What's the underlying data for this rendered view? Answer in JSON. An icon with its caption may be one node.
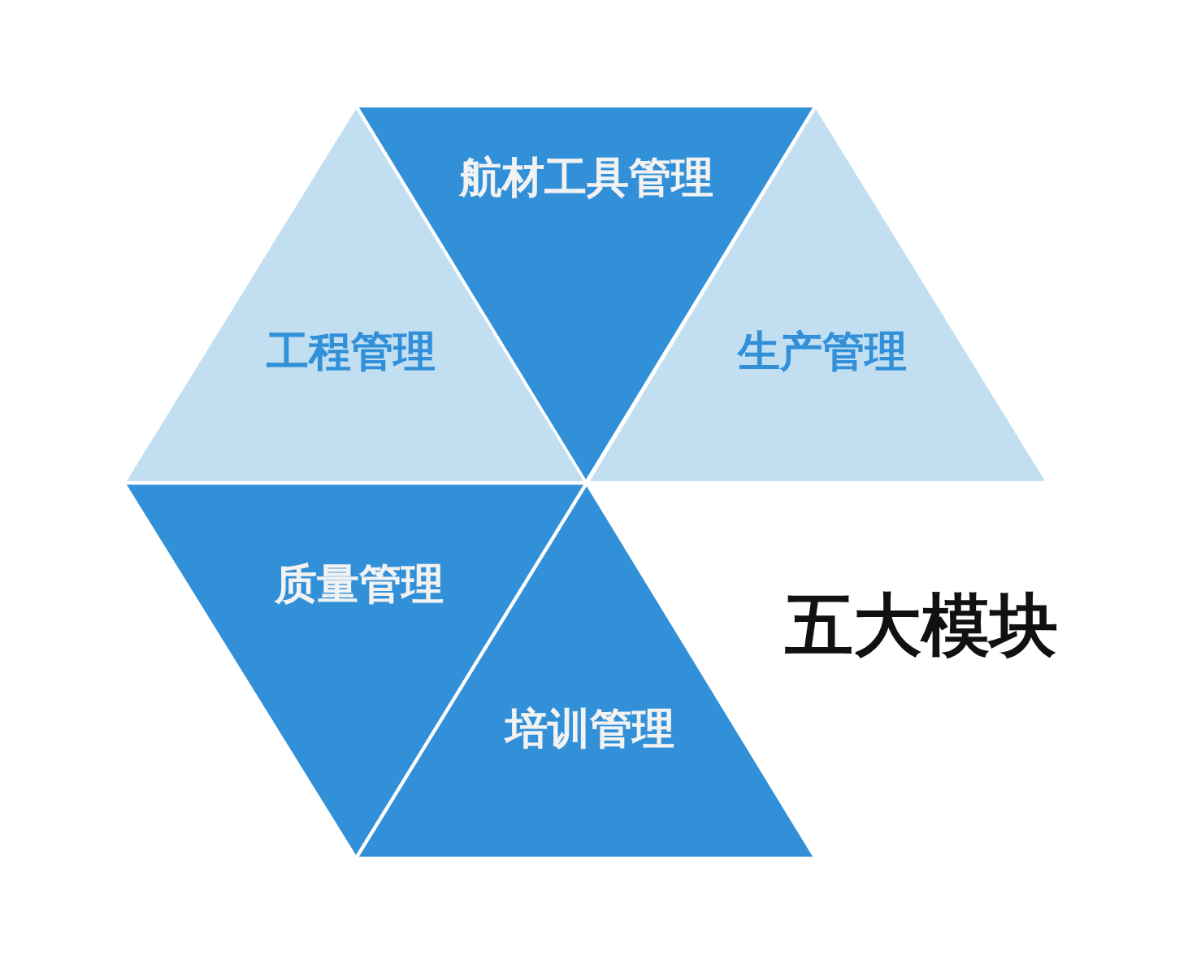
{
  "diagram": {
    "nodes": [
      {
        "text": [
          "航材工具管理"
        ]
      },
      {
        "text": [
          "工程管理"
        ]
      },
      {
        "text": [
          "生产管理"
        ]
      },
      {
        "text": [
          "质量管理"
        ]
      },
      {
        "text": [
          "培训管理"
        ]
      }
    ],
    "labels": [
      "五大模块"
    ]
  }
}
